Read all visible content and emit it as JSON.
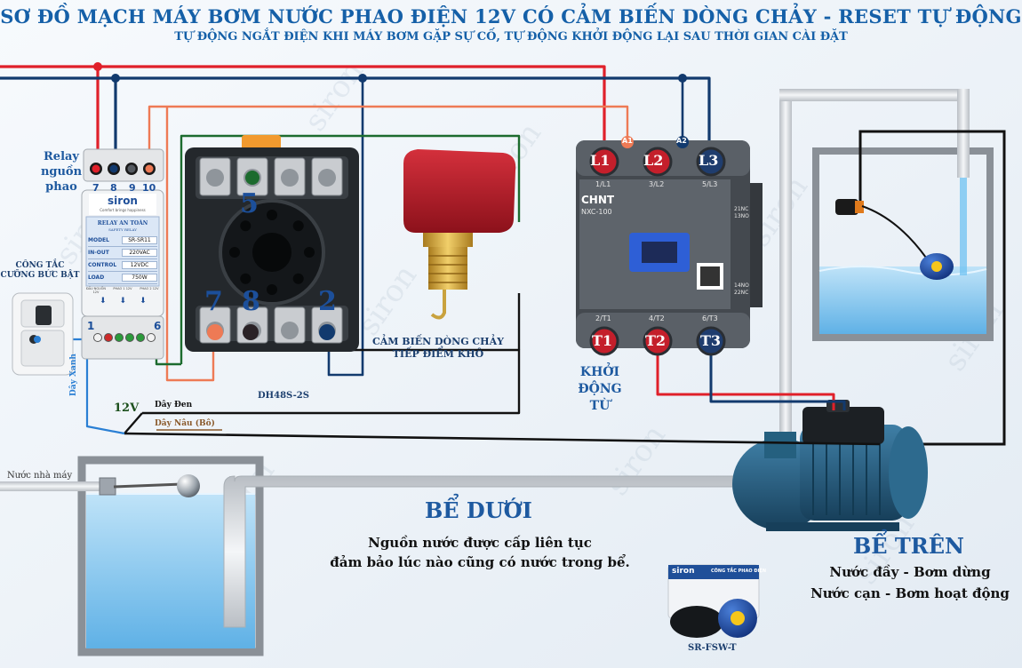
{
  "header": {
    "title": "SƠ ĐỒ MẠCH MÁY BƠM NƯỚC PHAO ĐIỆN 12V CÓ CẢM BIẾN DÒNG CHẢY - RESET TỰ ĐỘNG",
    "subtitle": "TỰ ĐỘNG NGẮT ĐIỆN KHI MÁY BƠM GẶP SỰ CỐ, TỰ ĐỘNG KHỞI ĐỘNG LẠI SAU THỜI GIAN CÀI ĐẶT"
  },
  "relay": {
    "caption_lines": [
      "Relay",
      "nguồn",
      "phao"
    ],
    "terminals": [
      "7",
      "8",
      "9",
      "10"
    ],
    "brand": "siron",
    "brand_tag": "Comfort brings happiness",
    "panel_title": "RELAY AN TOÀN",
    "panel_sub": "SAFETY RELAY",
    "specs": [
      {
        "k": "MODEL",
        "v": "SR-SR11"
      },
      {
        "k": "IN-OUT",
        "v": "220VAC"
      },
      {
        "k": "CONTROL",
        "v": "12VDC"
      },
      {
        "k": "LOAD",
        "v": "750W"
      }
    ],
    "bottom_labels": [
      "ĐẦU NGUỒN 12V",
      "PHAO 1 12V",
      "PHAO 2 12V"
    ],
    "bottom_terminals": [
      "1",
      "6"
    ]
  },
  "switch": {
    "caption_lines": [
      "CÔNG TẮC",
      "CƯỠNG BỨC BẬT"
    ]
  },
  "wires": {
    "blue_label": "Dây Xanh",
    "black_label": "Dây Đen",
    "brown_label": "Dây Nâu (Bô)",
    "voltage": "12V"
  },
  "timer": {
    "top_terminal": "5",
    "bottom_terminals": [
      "7",
      "8",
      "2"
    ],
    "model": "DH48S-2S"
  },
  "flow_sensor": {
    "caption_lines": [
      "CẢM BIẾN DÒNG CHẢY",
      "TIẾP ĐIỂM KHÔ"
    ]
  },
  "contactor": {
    "brand": "CHNT",
    "model": "NXC-100",
    "top_labels": [
      "L1",
      "L2",
      "L3"
    ],
    "top_small": [
      "1/L1",
      "3/L2",
      "5/L3"
    ],
    "bottom_labels": [
      "T1",
      "T2",
      "T3"
    ],
    "bottom_small": [
      "2/T1",
      "4/T2",
      "6/T3"
    ],
    "coil_labels": [
      "A1",
      "A2"
    ],
    "side_top": [
      "21NC",
      "13NO"
    ],
    "side_bottom": [
      "14NO",
      "22NC"
    ],
    "caption_lines": [
      "KHỞI",
      "ĐỘNG",
      "TỪ"
    ]
  },
  "lower_tank": {
    "supply_label": "Nước nhà máy",
    "title": "BỂ DƯỚI",
    "desc_lines": [
      "Nguồn nước được cấp liên tục",
      "đảm bảo lúc nào cũng có nước trong bể."
    ]
  },
  "upper_tank": {
    "title": "BỂ TRÊN",
    "desc_lines": [
      "Nước đầy - Bơm dừng",
      "Nước cạn - Bơm hoạt động"
    ]
  },
  "product": {
    "brand": "siron",
    "box_title": "CÔNG TẮC PHAO ĐIỆN",
    "model": "SR-FSW-T"
  },
  "watermark": "siron",
  "colors": {
    "title": "#1560a8",
    "wire_red": "#e0202a",
    "wire_navy": "#123a6e",
    "wire_orange": "#ee7a55",
    "wire_green": "#1c6b2e",
    "wire_black": "#111111",
    "wire_brown": "#8a5a2b",
    "water": "#7ec4ee",
    "pump": "#1f5577"
  }
}
